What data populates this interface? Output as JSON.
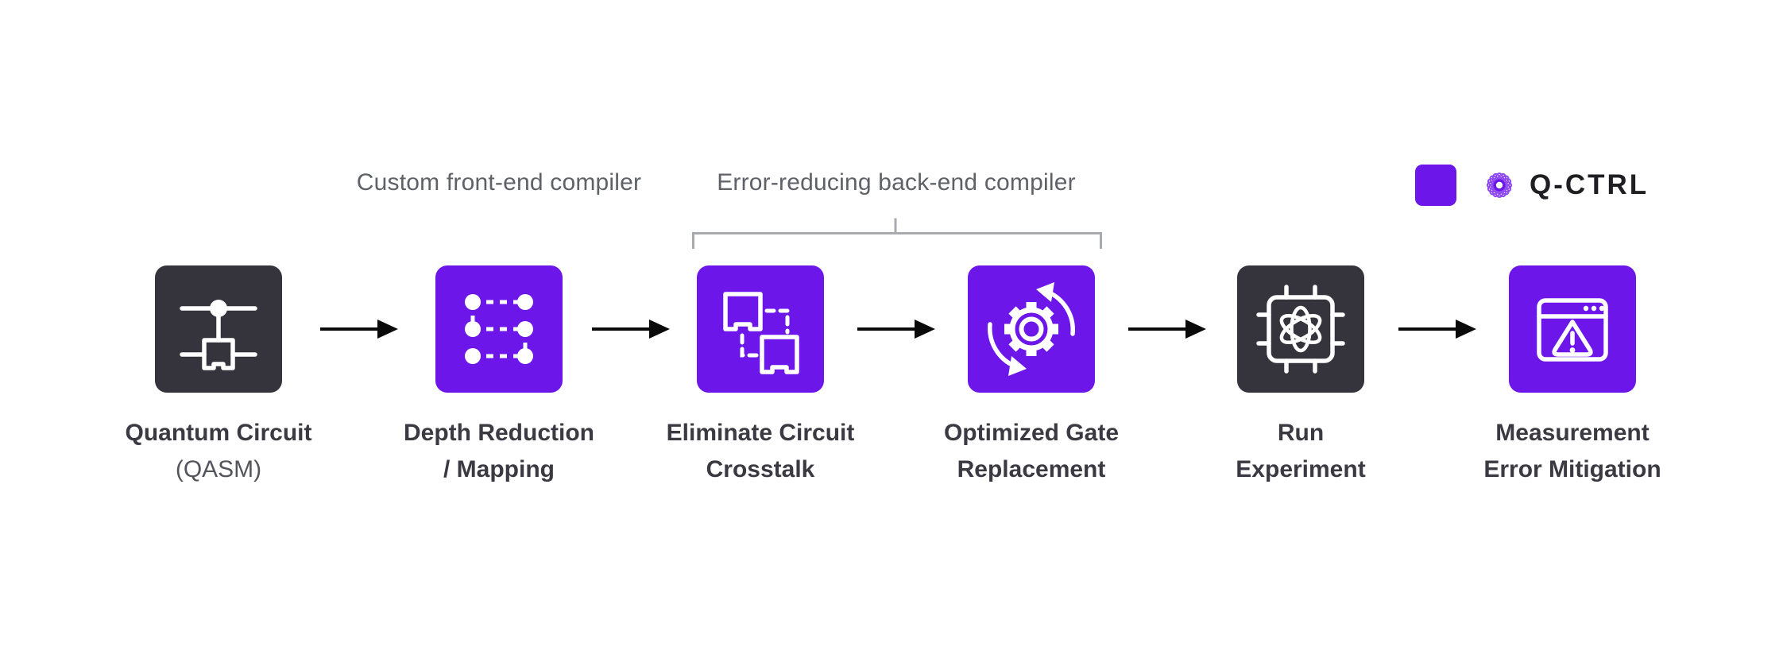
{
  "diagram": {
    "title_context": "Quantum circuit compilation pipeline",
    "colors": {
      "purple": "#6C16E9",
      "dark_tile": "#35343D",
      "label_text": "#3B3A42",
      "muted_text": "#54555C",
      "header_text": "#5E6167",
      "bracket_gray": "#A9A9B0",
      "arrow_black": "#0A0A0A",
      "background": "#FFFFFF"
    },
    "headers": {
      "front_end": "Custom front-end compiler",
      "back_end": "Error-reducing back-end compiler"
    },
    "steps": [
      {
        "line1": "Quantum Circuit",
        "line2": "(QASM)",
        "tile": "dark",
        "icon": "quantum-circuit-icon"
      },
      {
        "line1": "Depth Reduction",
        "line2": "/ Mapping",
        "tile": "purple",
        "icon": "qubit-mapping-icon"
      },
      {
        "line1": "Eliminate Circuit",
        "line2": "Crosstalk",
        "tile": "purple",
        "icon": "swap-boxes-icon"
      },
      {
        "line1": "Optimized Gate",
        "line2": "Replacement",
        "tile": "purple",
        "icon": "gear-sync-icon"
      },
      {
        "line1": "Run",
        "line2": "Experiment",
        "tile": "dark",
        "icon": "chip-atom-icon"
      },
      {
        "line1": "Measurement",
        "line2": "Error Mitigation",
        "tile": "purple",
        "icon": "browser-warning-icon"
      }
    ],
    "legend": {
      "swatch_color": "#6C16E9",
      "brand": "Q-CTRL"
    }
  }
}
